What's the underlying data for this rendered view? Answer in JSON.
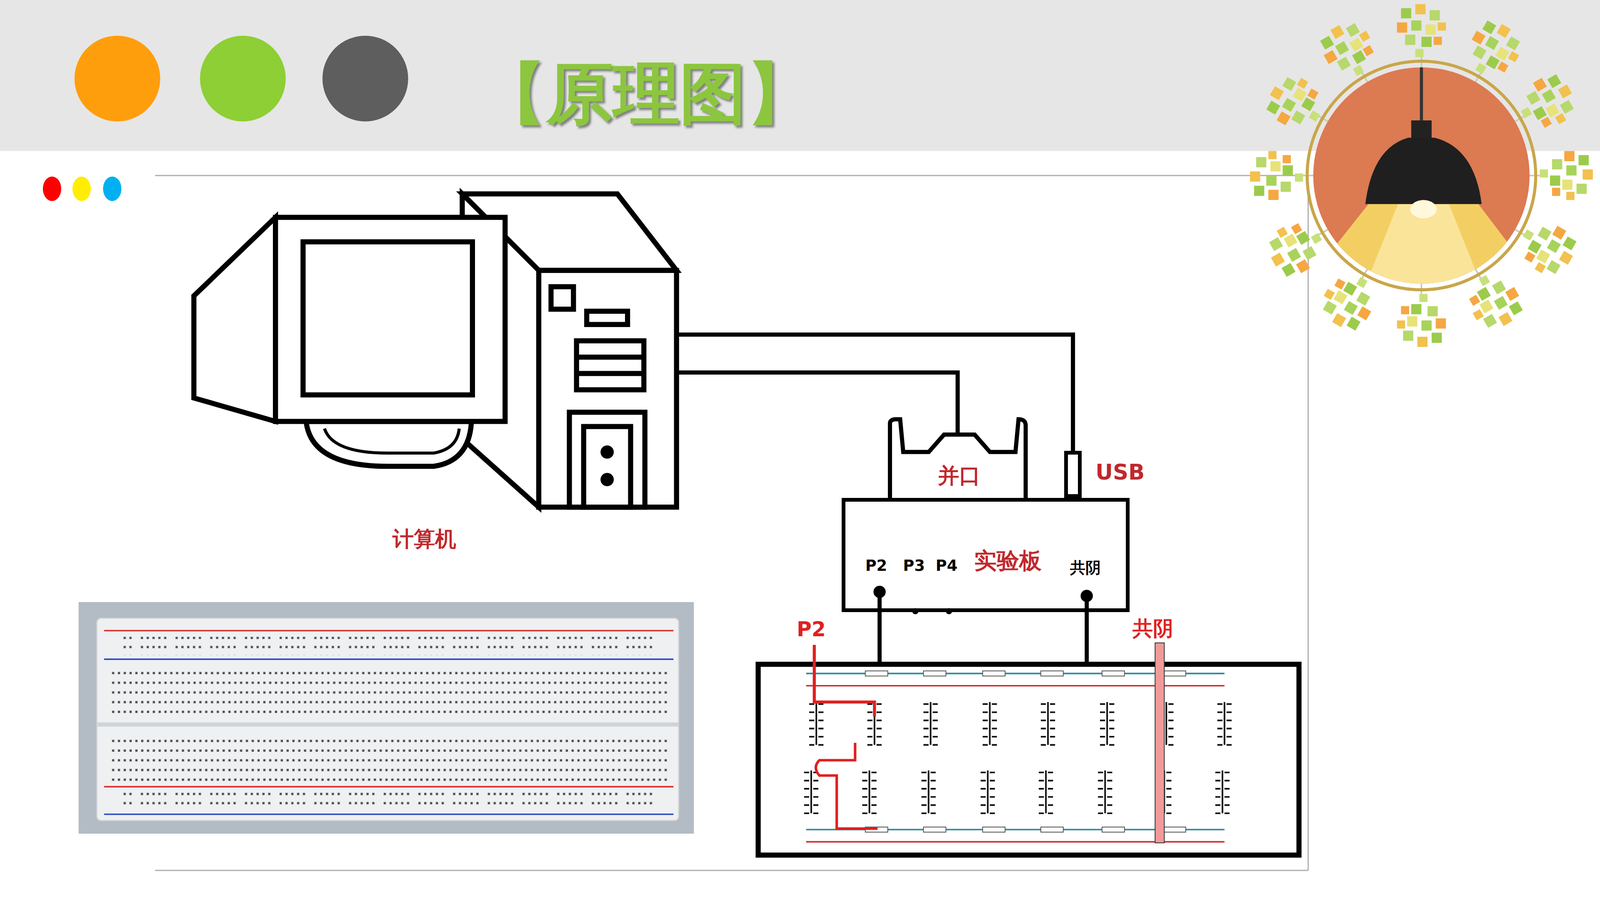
{
  "diagram": {
    "title": "【原理图】",
    "nodes": [
      {
        "text": [
          "计算机"
        ]
      },
      {
        "text": [
          "并口"
        ]
      },
      {
        "text": [
          "USB"
        ]
      },
      {
        "text": [
          "P2",
          "P3",
          "P4",
          "实验板",
          "共阴"
        ]
      }
    ],
    "edges": [
      {
        "from": 0,
        "to": 1,
        "arrow": "none"
      },
      {
        "from": 0,
        "to": 2,
        "arrow": "none"
      }
    ],
    "labels": [
      "P2",
      "共阴"
    ]
  }
}
